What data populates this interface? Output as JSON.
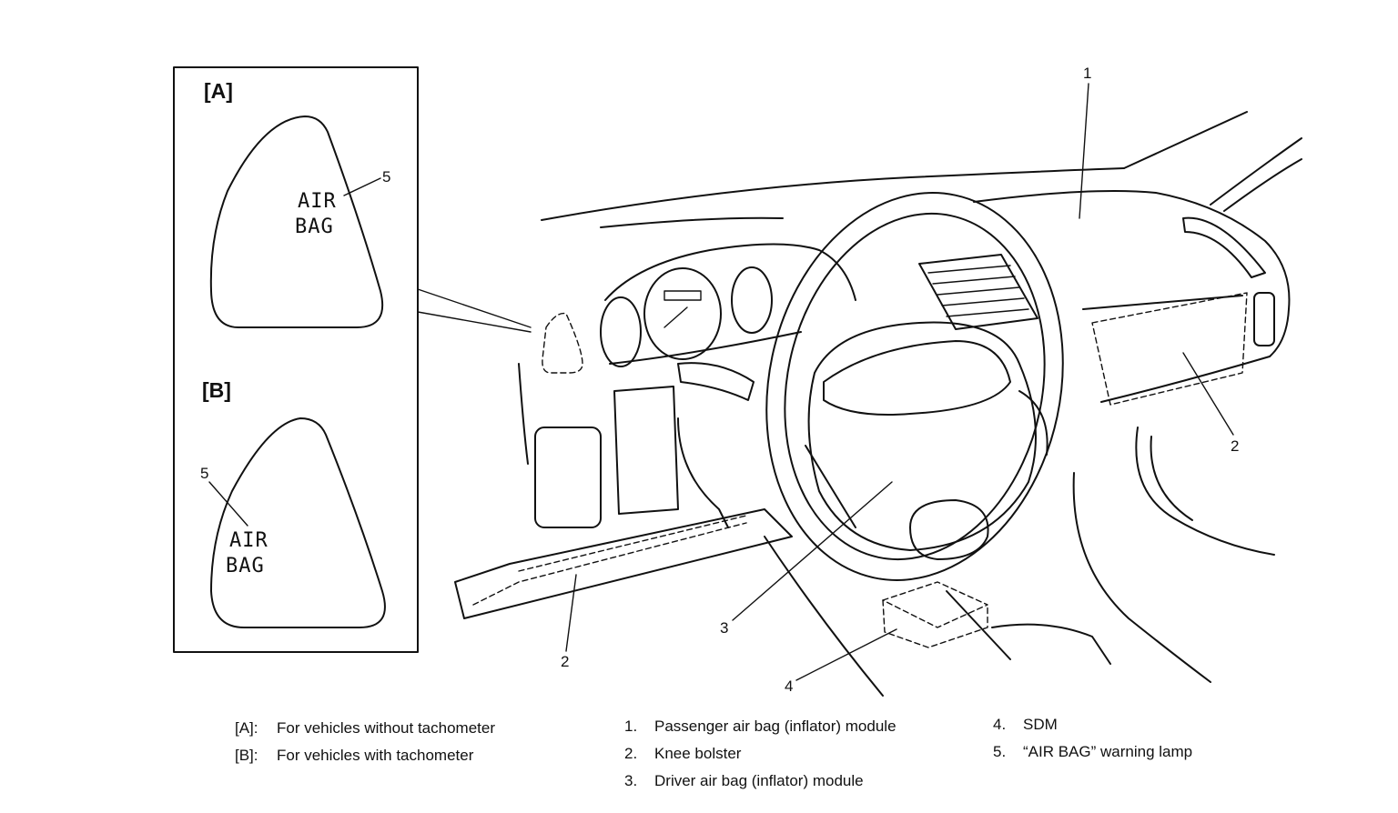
{
  "inset": {
    "a_tag": "[A]",
    "b_tag": "[B]",
    "lamp_line1": "AIR",
    "lamp_line2": "BAG",
    "lamp_callout": "5"
  },
  "callouts": {
    "c1": "1",
    "c2_right": "2",
    "c2_left": "2",
    "c3": "3",
    "c4": "4"
  },
  "legend": {
    "col1": [
      {
        "key": "[A]:",
        "text": "For vehicles without tachometer"
      },
      {
        "key": "[B]:",
        "text": "For vehicles with tachometer"
      }
    ],
    "col2": [
      {
        "key": "1.",
        "text": "Passenger air bag (inflator) module"
      },
      {
        "key": "2.",
        "text": "Knee bolster"
      },
      {
        "key": "3.",
        "text": "Driver air bag (inflator) module"
      }
    ],
    "col3": [
      {
        "key": "4.",
        "text": "SDM"
      },
      {
        "key": "5.",
        "text": "“AIR BAG” warning lamp"
      }
    ]
  }
}
